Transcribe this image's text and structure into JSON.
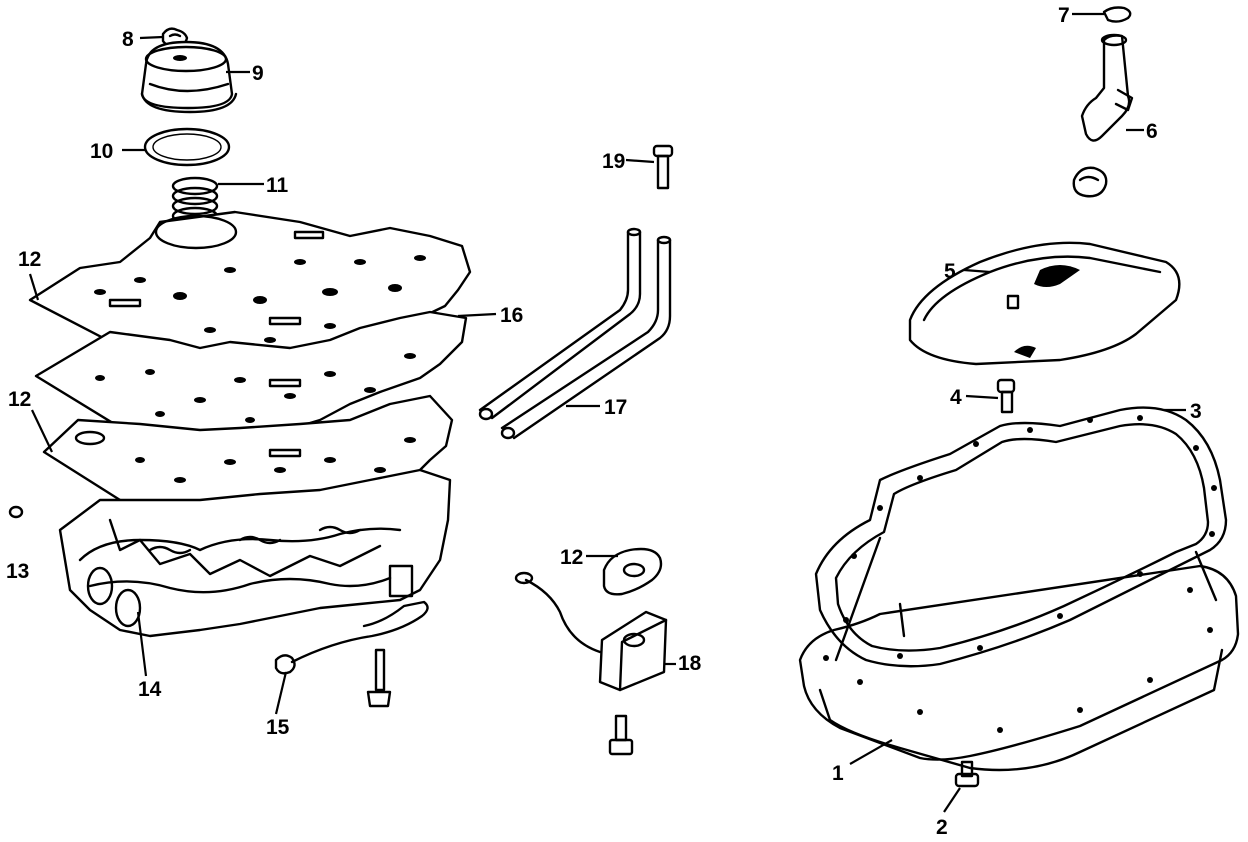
{
  "diagram": {
    "callouts": [
      {
        "id": "c1",
        "text": "1"
      },
      {
        "id": "c2",
        "text": "2"
      },
      {
        "id": "c3",
        "text": "3"
      },
      {
        "id": "c4",
        "text": "4"
      },
      {
        "id": "c5",
        "text": "5"
      },
      {
        "id": "c6",
        "text": "6"
      },
      {
        "id": "c7",
        "text": "7"
      },
      {
        "id": "c8",
        "text": "8"
      },
      {
        "id": "c9",
        "text": "9"
      },
      {
        "id": "c10",
        "text": "10"
      },
      {
        "id": "c11",
        "text": "11"
      },
      {
        "id": "c12a",
        "text": "12"
      },
      {
        "id": "c12b",
        "text": "12"
      },
      {
        "id": "c12c",
        "text": "12"
      },
      {
        "id": "c13",
        "text": "13"
      },
      {
        "id": "c14",
        "text": "14"
      },
      {
        "id": "c15",
        "text": "15"
      },
      {
        "id": "c16",
        "text": "16"
      },
      {
        "id": "c17",
        "text": "17"
      },
      {
        "id": "c18",
        "text": "18"
      },
      {
        "id": "c19",
        "text": "19"
      }
    ]
  }
}
